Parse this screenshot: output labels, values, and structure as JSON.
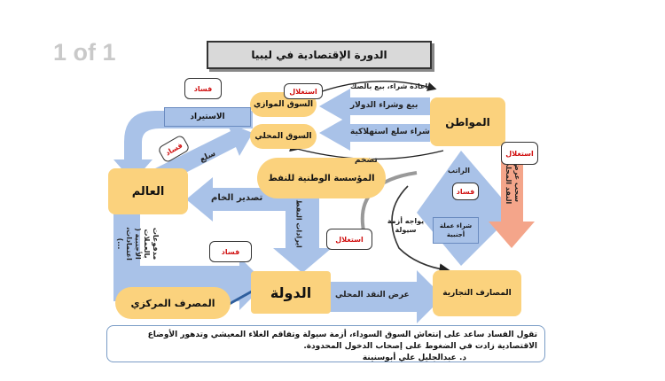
{
  "page_counter": "1 of 1",
  "title": "الدورة الإقتصادية في ليبيا",
  "nodes": {
    "citizen": "المواطن",
    "parallel_market": "السوق الموازي",
    "local_market": "السوق المحلي",
    "world": "العالم",
    "noc": "المؤسسة الوطنية للنفط",
    "state": "الدولة",
    "central_bank": "المصرف المركزي",
    "commercial_banks": "المصارف التجارية",
    "cash_hoarding": "سحب عرض النقد المحلي"
  },
  "edges": {
    "buy_sell_dollar": "بيع وشراء الدولار",
    "buy_consumer_goods": "شراء سلع استهلاكية",
    "resell_cheque": "اعادة شراء، بيع بالصك",
    "inflation": "تضخم",
    "imports": "الاستيراد",
    "goods": "سلع",
    "crude_export": "تصدير الخام",
    "oil_revenue": "ايرادات النفط",
    "foreign_currency": "مدفوعات بالعملات الأجنبية ( اعتمادات، ...)",
    "local_money_supply": "عرض النقد المحلي",
    "salary": "الراتب",
    "buy_foreign_currency": "شراء عملة أجنبية",
    "liquidity_crisis": "يواجه أزمة سيولة"
  },
  "tags": {
    "corruption": "فساد",
    "exploitation": "استغلال"
  },
  "note": {
    "text": "تقول الفساد ساعد على إنتعاش السوق السوداء، أزمة سيولة وتفاقم الغلاء المعيشي وتدهور الأوضاع الاقتصادية زادت في الضغوط على إصحاب الدخول المحدودة.",
    "author": "د. عبدالجليل علي أبوسنينة"
  },
  "colors": {
    "orange_box": "#fbd27d",
    "blue_arrow": "#a9c2e8",
    "salmon": "#f4a58a",
    "corruption_red": "#d01010"
  }
}
